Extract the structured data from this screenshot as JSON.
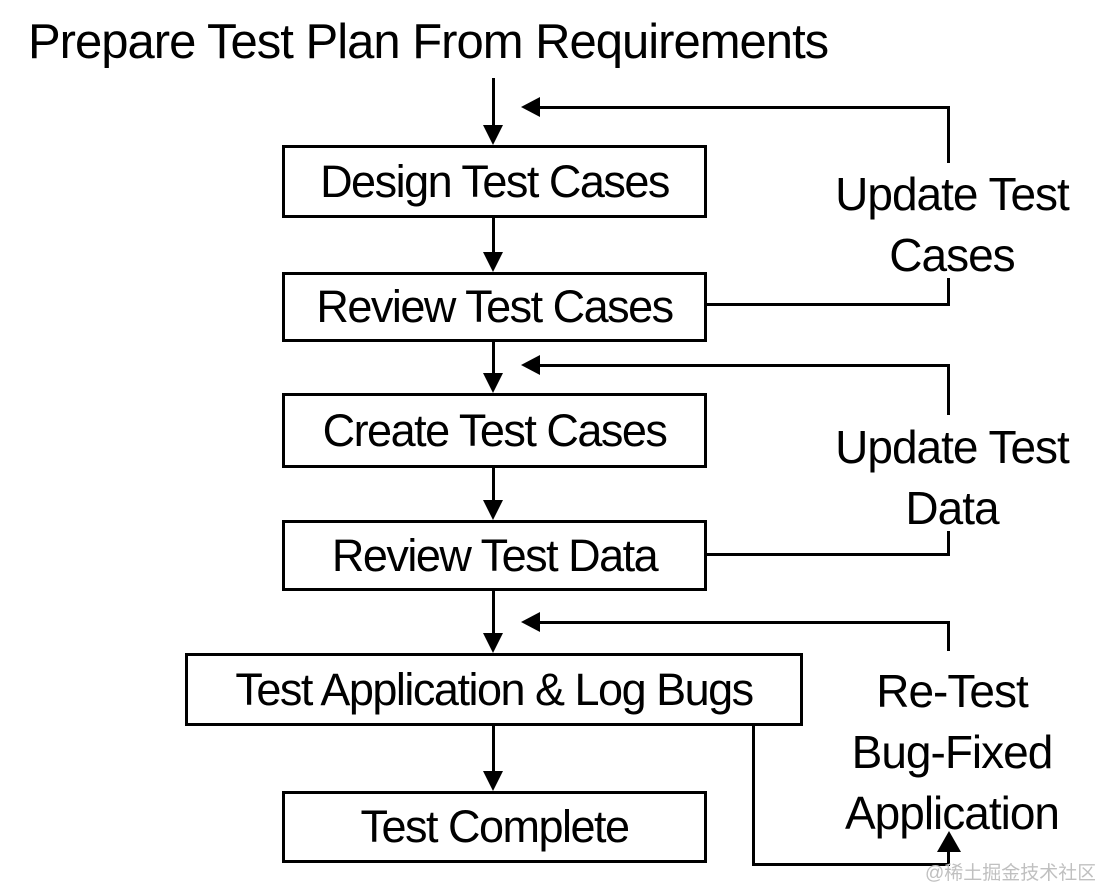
{
  "title": "Prepare Test Plan From Requirements",
  "nodes": [
    {
      "label": "Design Test Cases"
    },
    {
      "label": "Review Test Cases"
    },
    {
      "label": "Create Test Cases"
    },
    {
      "label": "Review Test Data"
    },
    {
      "label": "Test Application & Log Bugs"
    },
    {
      "label": "Test Complete"
    }
  ],
  "side_labels": {
    "update_cases": {
      "line1": "Update Test",
      "line2": "Cases"
    },
    "update_data": {
      "line1": "Update Test",
      "line2": "Data"
    },
    "retest": {
      "line1": "Re-Test",
      "line2": "Bug-Fixed",
      "line3": "Application"
    }
  },
  "edges": [
    {
      "from": "Prepare Test Plan From Requirements",
      "to": "Design Test Cases"
    },
    {
      "from": "Design Test Cases",
      "to": "Review Test Cases"
    },
    {
      "from": "Review Test Cases",
      "to": "Create Test Cases"
    },
    {
      "from": "Create Test Cases",
      "to": "Review Test Data"
    },
    {
      "from": "Review Test Data",
      "to": "Test Application & Log Bugs"
    },
    {
      "from": "Test Application & Log Bugs",
      "to": "Test Complete"
    },
    {
      "from": "Review Test Cases",
      "to": "Design Test Cases",
      "label": "Update Test Cases"
    },
    {
      "from": "Review Test Data",
      "to": "Create Test Cases",
      "label": "Update Test Data"
    },
    {
      "from": "Test Application & Log Bugs",
      "to": "Test Application & Log Bugs",
      "label": "Re-Test Bug-Fixed Application"
    }
  ],
  "watermark": "@稀土掘金技术社区",
  "colors": {
    "line": "#000000",
    "background": "#ffffff",
    "box_border": "#000000",
    "text": "#000000",
    "watermark": "#c0c0c0"
  }
}
